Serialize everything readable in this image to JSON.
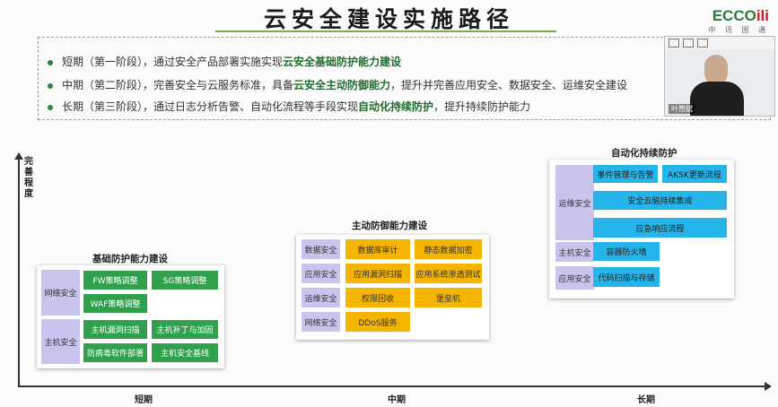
{
  "title": "云安全建设实施路径",
  "logo": {
    "main_prefix": "ECCO",
    "main_suffix": "ili",
    "sub": "中 讯 国 通"
  },
  "bullets": [
    {
      "prefix": "短期（第一阶段），通过安全产品部署实施实现",
      "bold": "云安全基础防护能力建设",
      "suffix": ""
    },
    {
      "prefix": "中期（第二阶段），完善安全与云服务标准，具备",
      "bold": "云安全主动防御能力",
      "suffix": "，提升并完善应用安全、数据安全、运维安全建设"
    },
    {
      "prefix": "长期（第三阶段），通过日志分析告警、自动化流程等手段实现",
      "bold": "自动化持续防护",
      "suffix": "，提升持续防护能力"
    }
  ],
  "video": {
    "name": "叶煦斌"
  },
  "axis": {
    "y_label": "完善程度",
    "x_labels": [
      "短期",
      "中期",
      "长期"
    ]
  },
  "panels": {
    "basic": {
      "title": "基础防护能力建设",
      "network_label": "网络安全",
      "host_label": "主机安全",
      "items": [
        "FW策略调整",
        "SG策略调整",
        "WAF策略调整",
        "主机漏洞扫描",
        "主机补丁与加固",
        "防病毒软件部署",
        "主机安全基线"
      ]
    },
    "active": {
      "title": "主动防御能力建设",
      "rows": [
        {
          "label": "数据安全",
          "items": [
            "数据库审计",
            "静态数据加密"
          ]
        },
        {
          "label": "应用安全",
          "items": [
            "应用漏洞扫描",
            "应用系统渗透测试"
          ]
        },
        {
          "label": "运维安全",
          "items": [
            "权限回收",
            "堡垒机"
          ]
        },
        {
          "label": "网络安全",
          "items": [
            "DDoS服务"
          ]
        }
      ]
    },
    "auto": {
      "title": "自动化持续防护",
      "ops_label": "运维安全",
      "ops_items": [
        "事件管理与告警",
        "AKSK更新流程",
        "安全云脑持续集成",
        "应急响应流程"
      ],
      "host_label": "主机安全",
      "host_items": [
        "容器防火墙"
      ],
      "app_label": "应用安全",
      "app_items": [
        "代码扫描与存储"
      ]
    }
  },
  "colors": {
    "green": "#2fa14c",
    "yellow": "#f5b400",
    "blue": "#25b5ea",
    "lavender": "#c9c4ee"
  }
}
